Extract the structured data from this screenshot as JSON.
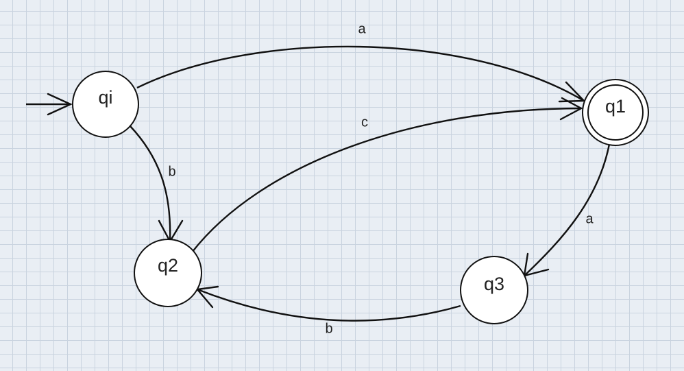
{
  "automaton": {
    "states": {
      "qi": {
        "label": "qi",
        "initial": true,
        "accepting": false
      },
      "q1": {
        "label": "q1",
        "initial": false,
        "accepting": true
      },
      "q2": {
        "label": "q2",
        "initial": false,
        "accepting": false
      },
      "q3": {
        "label": "q3",
        "initial": false,
        "accepting": false
      }
    },
    "transitions": [
      {
        "from": "qi",
        "to": "q1",
        "symbol": "a"
      },
      {
        "from": "qi",
        "to": "q2",
        "symbol": "b"
      },
      {
        "from": "q2",
        "to": "q1",
        "symbol": "c"
      },
      {
        "from": "q1",
        "to": "q3",
        "symbol": "a"
      },
      {
        "from": "q3",
        "to": "q2",
        "symbol": "b"
      }
    ]
  },
  "colors": {
    "background": "#e9eef4",
    "grid": "#c9d3df",
    "stroke": "#111111",
    "node_fill": "#ffffff"
  }
}
